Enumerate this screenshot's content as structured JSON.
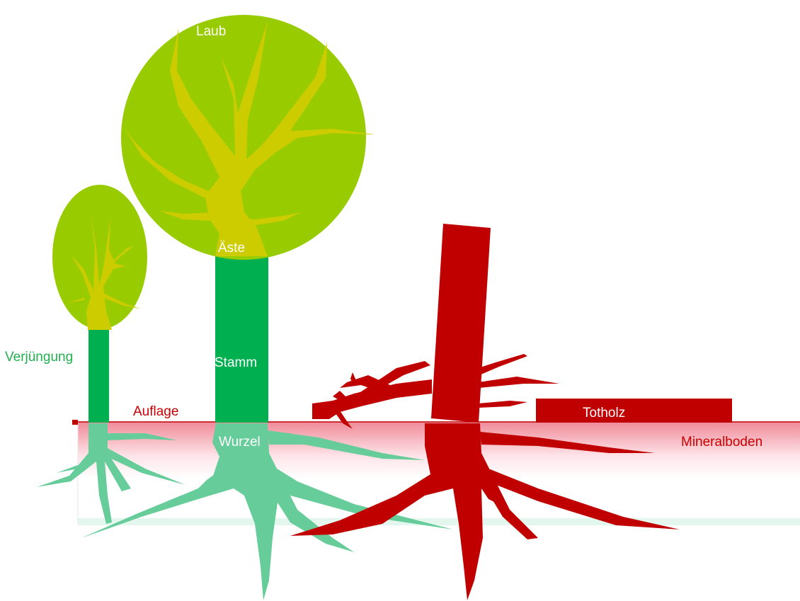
{
  "labels": {
    "laub": "Laub",
    "aeste": "Äste",
    "stamm": "Stamm",
    "verjuengung": "Verjüngung",
    "auflage": "Auflage",
    "wurzel": "Wurzel",
    "totholz": "Totholz",
    "mineralboden": "Mineralboden"
  },
  "colors": {
    "foliage": "#99cc00",
    "branches": "#cccc00",
    "trunk": "#00b050",
    "roots": "#66cc99",
    "deadwood": "#c00000",
    "soil_gradient_top": "#f08a98",
    "soil_gradient_bottom": "#ffffff",
    "soil_bottom_line": "#e3f7ee"
  }
}
